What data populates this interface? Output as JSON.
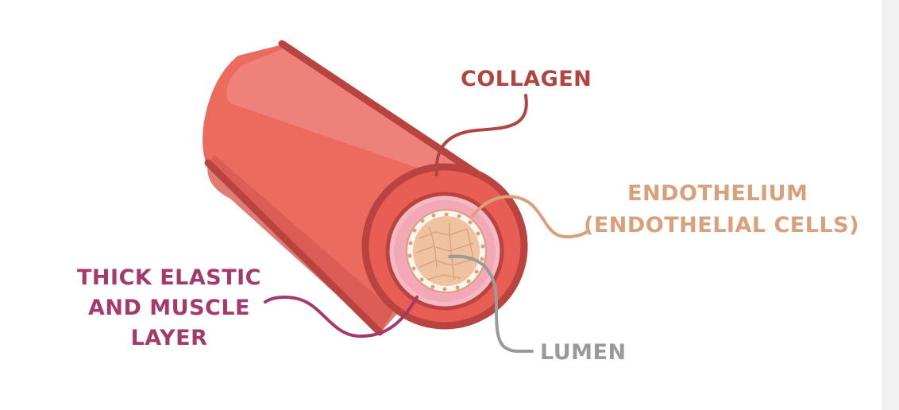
{
  "labels": {
    "collagen": "COLLAGEN",
    "endothelium_line1": "ENDOTHELIUM",
    "endothelium_line2": "(ENDOTHELIAL CELLS)",
    "elastic_line1": "THICK ELASTIC",
    "elastic_line2": "AND MUSCLE",
    "elastic_line3": "LAYER",
    "lumen": "LUMEN"
  },
  "colors": {
    "collagen": "#b04542",
    "endothelium": "#d9a07c",
    "elastic": "#a43a6c",
    "lumen": "#9a9a9a",
    "vessel_wall": "#ec6b5f",
    "vessel_outline": "#b9443f"
  }
}
